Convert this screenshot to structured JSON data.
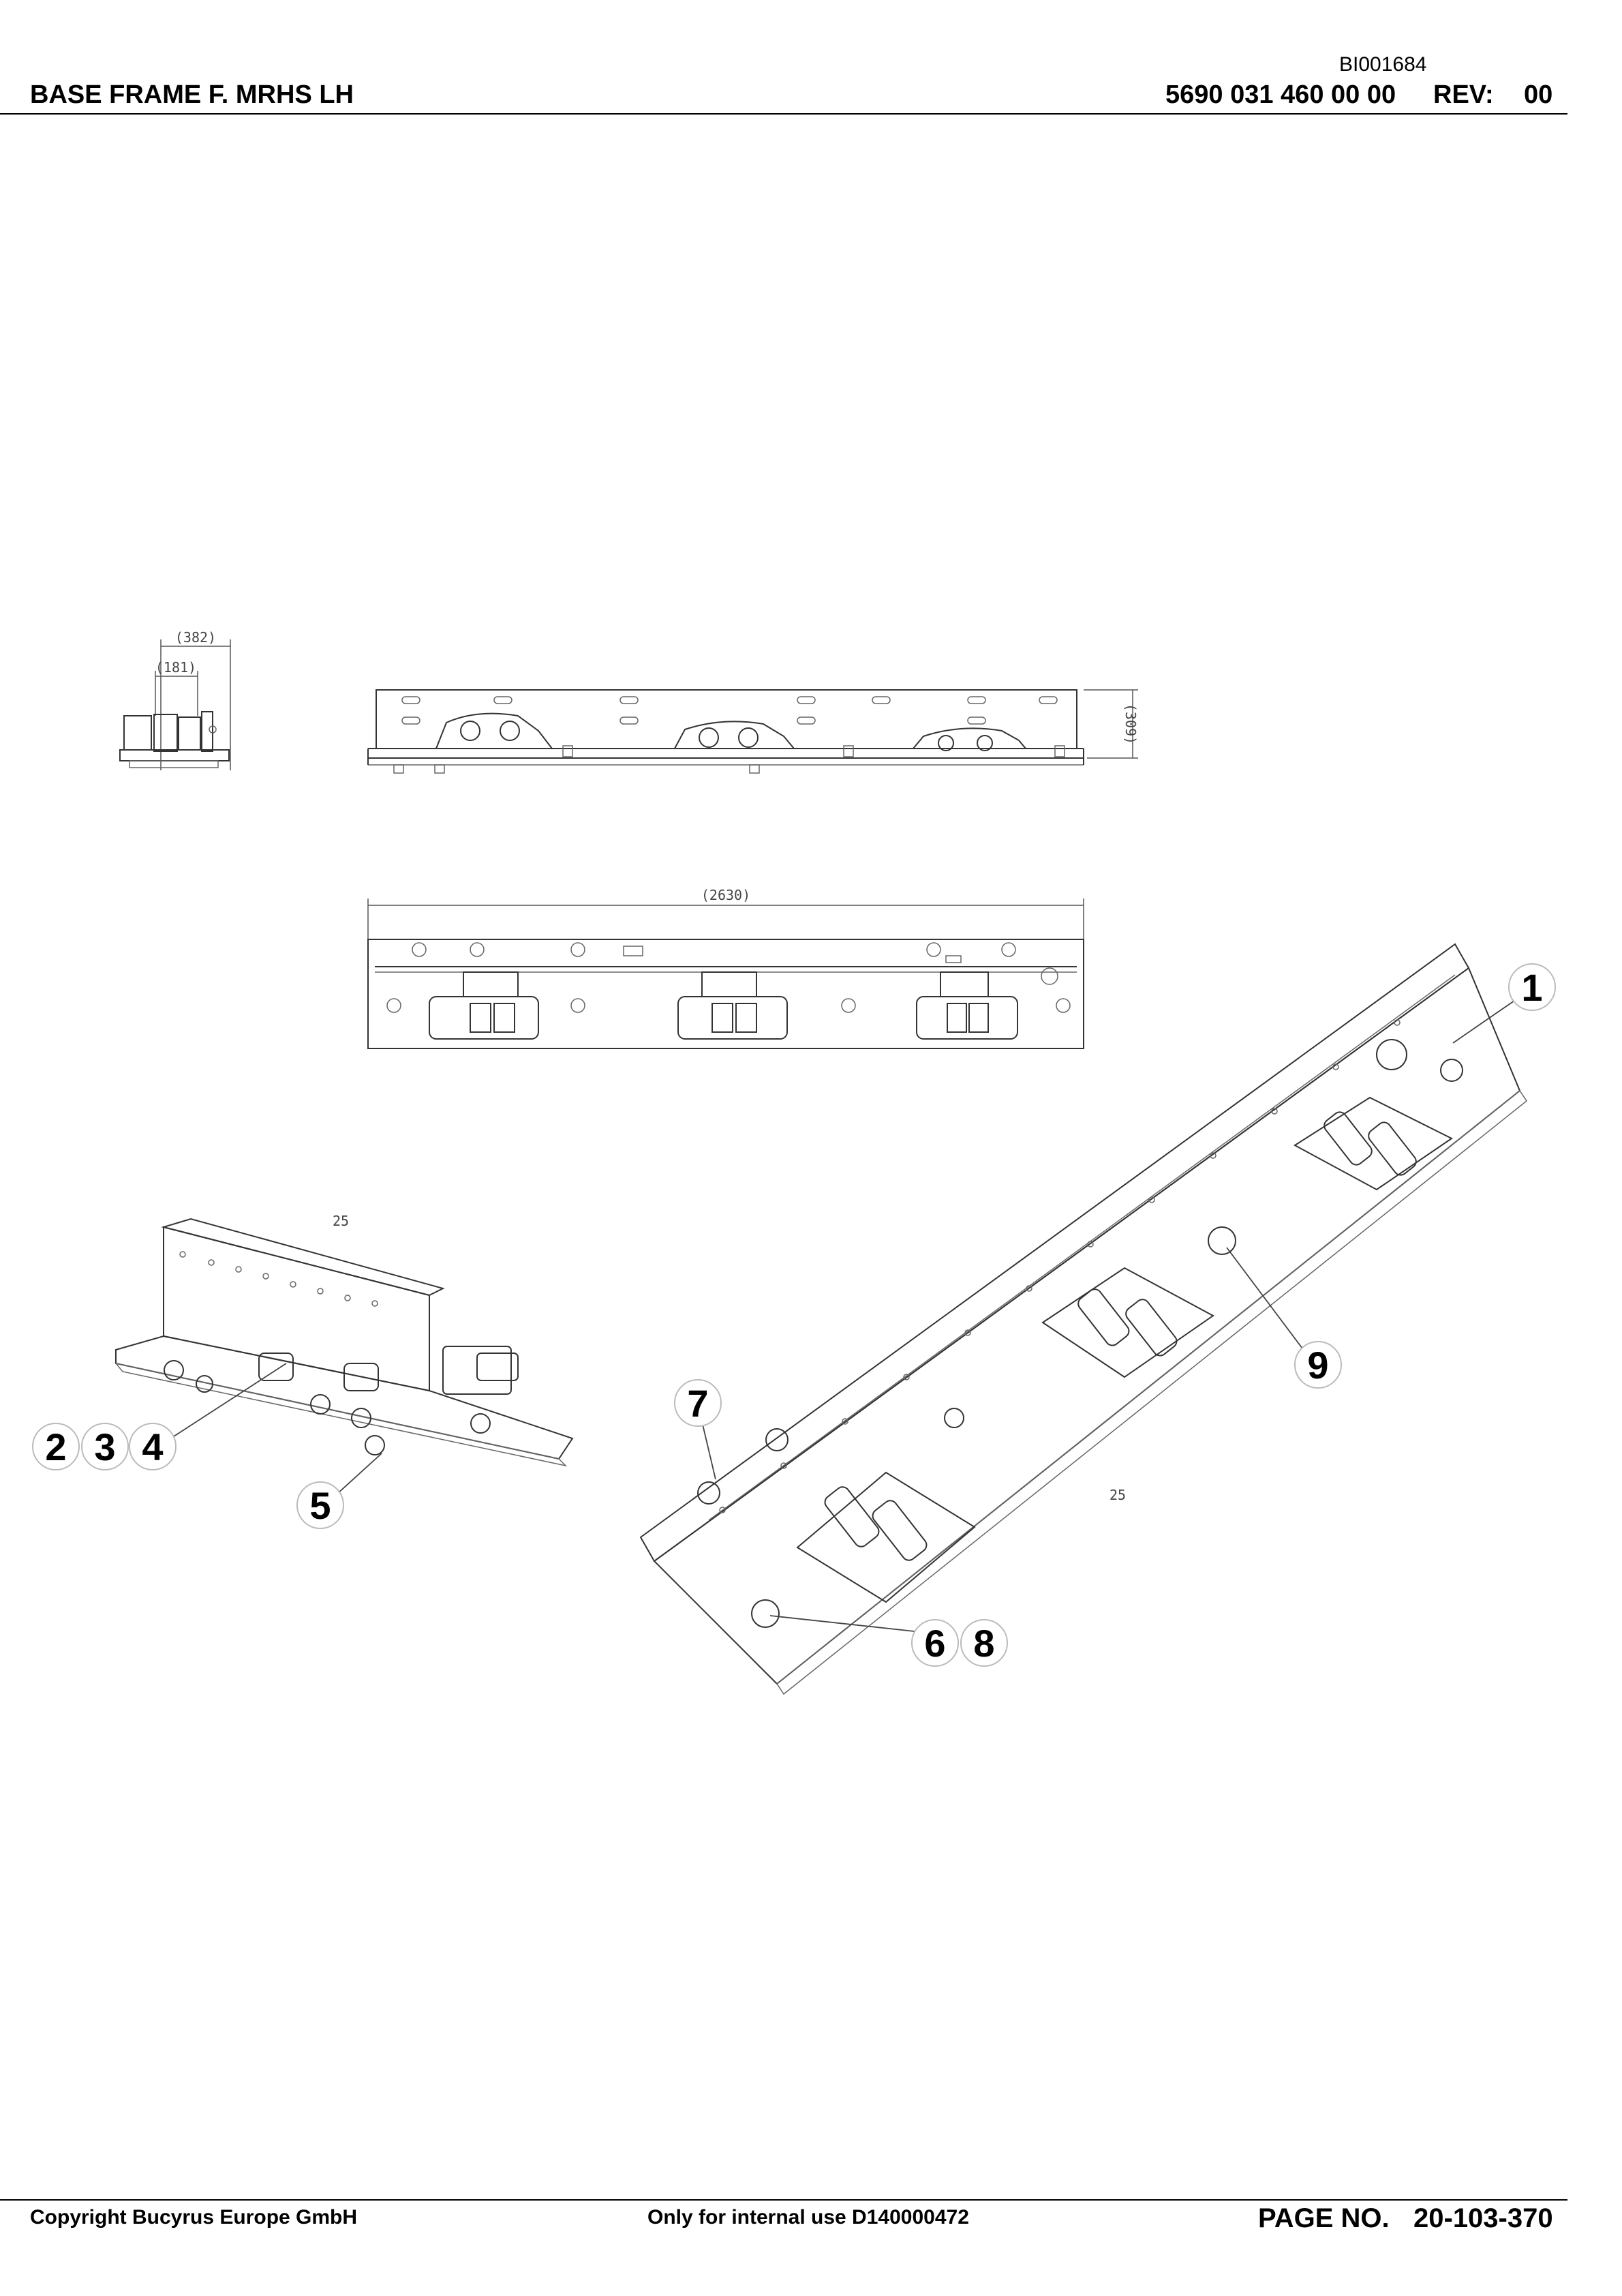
{
  "header": {
    "doc_id": "BI001684",
    "title": "BASE FRAME F. MRHS LH",
    "part_number": "5690 031 460 00 00",
    "rev_label": "REV:",
    "rev_value": "00"
  },
  "drawing": {
    "dimensions": {
      "width_outer": "(382)",
      "width_inner": "(181)",
      "height": "(309)",
      "length": "(2630)"
    },
    "notes": [
      "25",
      "25"
    ],
    "callouts": [
      "1",
      "2",
      "3",
      "4",
      "5",
      "6",
      "7",
      "8",
      "9"
    ]
  },
  "footer": {
    "copyright": "Copyright Bucyrus Europe GmbH",
    "internal_use": "Only for internal use D140000472",
    "page_label": "PAGE NO.",
    "page_number": "20-103-370"
  }
}
